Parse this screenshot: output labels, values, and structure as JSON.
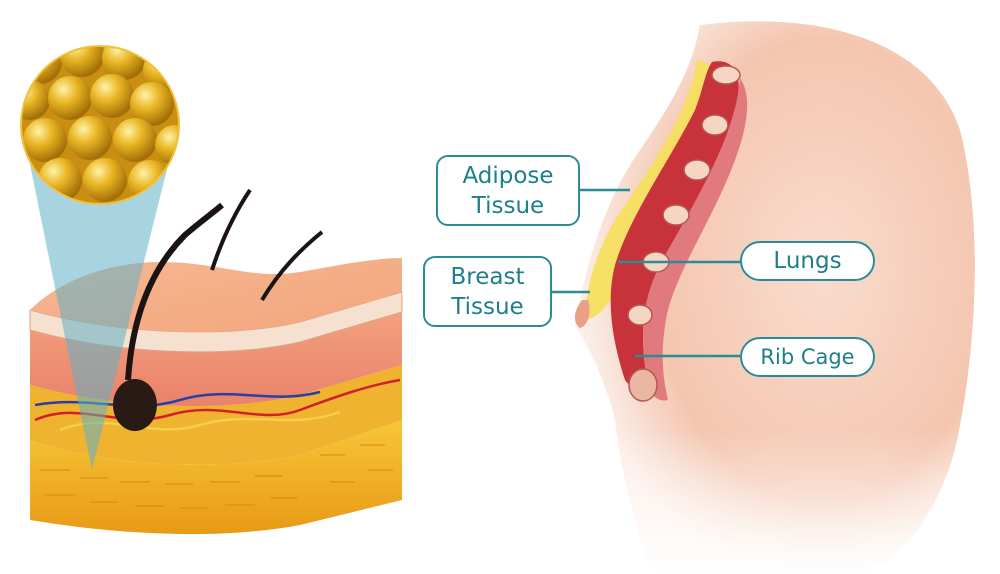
{
  "labels": {
    "adipose": "Adipose\nTissue",
    "breast": "Breast\nTissue",
    "lungs": "Lungs",
    "rib_cage": "Rib Cage"
  },
  "colors": {
    "callout_border": "#2b8c98",
    "callout_text": "#1d7f8c",
    "fat_yellow": "#f2b42a",
    "muscle_red": "#c8323a",
    "skin": "#f4c6b0",
    "cone_blue": "#5fb1c6"
  }
}
